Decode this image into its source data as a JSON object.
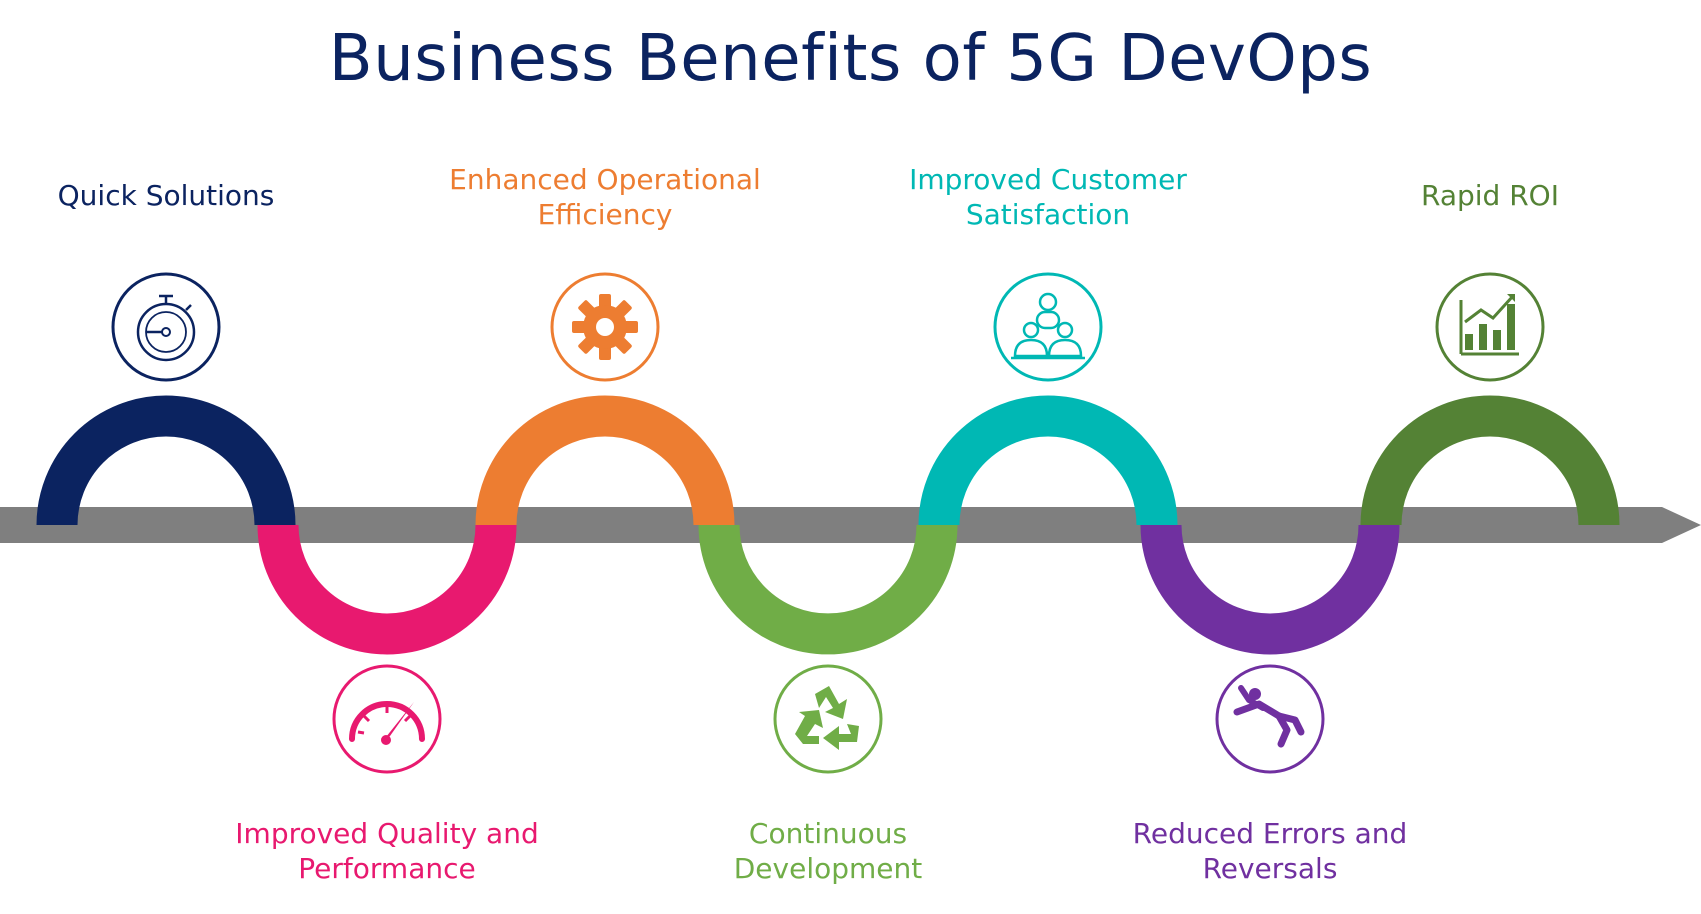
{
  "title": "Business Benefits of 5G DevOps",
  "colors": {
    "navy": "#0b2360",
    "pink": "#e8196f",
    "orange": "#ed7d31",
    "green": "#70ad47",
    "teal": "#00b8b4",
    "purple": "#7030a0",
    "dark_green": "#548235",
    "arrow_gray": "#7f7f7f"
  },
  "benefits": [
    {
      "label": "Quick Solutions",
      "icon": "stopwatch-icon",
      "position": "top",
      "color": "#0b2360"
    },
    {
      "label": "Improved Quality and\nPerformance",
      "icon": "speedometer-icon",
      "position": "bottom",
      "color": "#e8196f"
    },
    {
      "label": "Enhanced Operational\nEfficiency",
      "icon": "gear-icon",
      "position": "top",
      "color": "#ed7d31"
    },
    {
      "label": "Continuous\nDevelopment",
      "icon": "recycle-icon",
      "position": "bottom",
      "color": "#70ad47"
    },
    {
      "label": "Improved Customer\nSatisfaction",
      "icon": "people-icon",
      "position": "top",
      "color": "#00b8b4"
    },
    {
      "label": "Reduced Errors and\nReversals",
      "icon": "falling-person-icon",
      "position": "bottom",
      "color": "#7030a0"
    },
    {
      "label": "Rapid ROI",
      "icon": "bar-chart-icon",
      "position": "top",
      "color": "#548235"
    }
  ]
}
